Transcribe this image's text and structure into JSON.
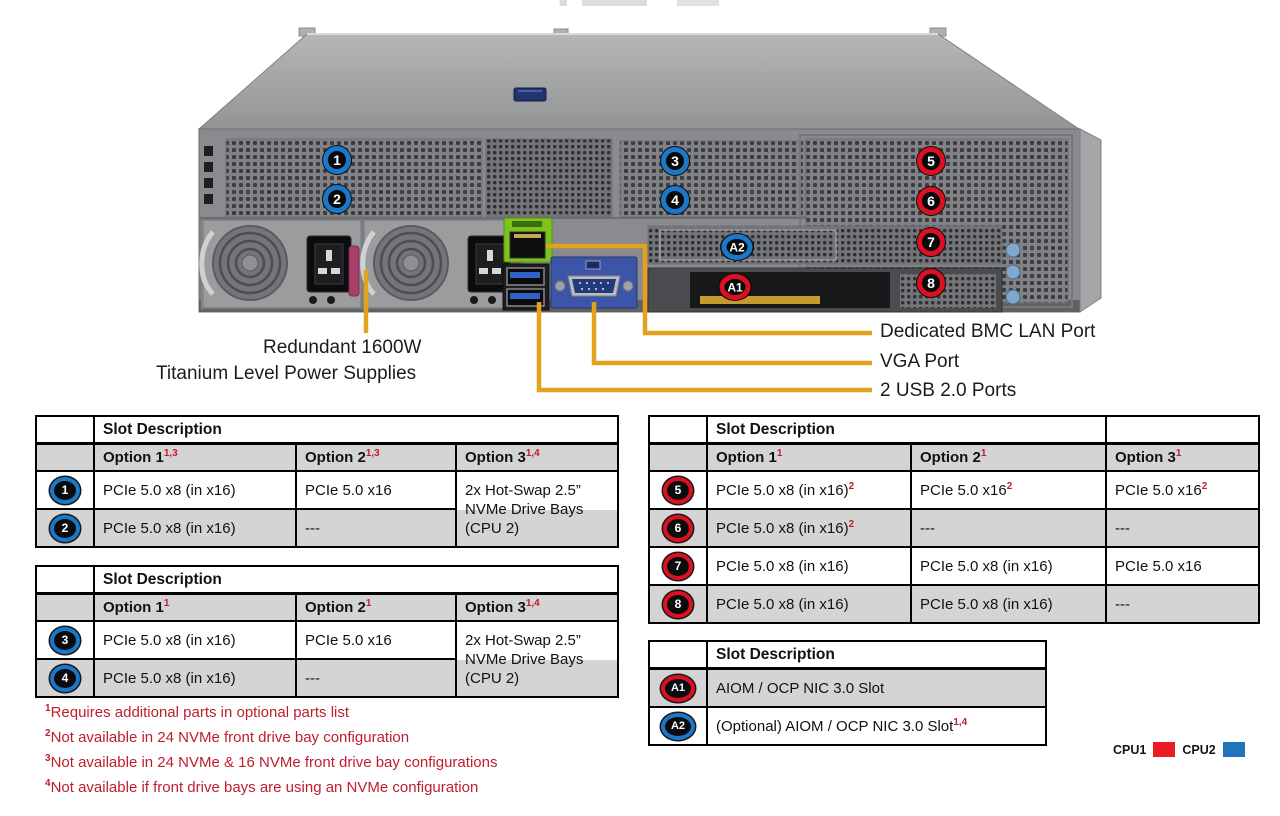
{
  "server": {
    "badges": [
      {
        "label": "1",
        "cpu": "blue"
      },
      {
        "label": "2",
        "cpu": "blue"
      },
      {
        "label": "3",
        "cpu": "blue"
      },
      {
        "label": "4",
        "cpu": "blue"
      },
      {
        "label": "5",
        "cpu": "red"
      },
      {
        "label": "6",
        "cpu": "red"
      },
      {
        "label": "7",
        "cpu": "red"
      },
      {
        "label": "8",
        "cpu": "red"
      },
      {
        "label": "A1",
        "cpu": "red"
      },
      {
        "label": "A2",
        "cpu": "blue"
      }
    ],
    "callout_labels": {
      "psu_line1": "Redundant 1600W",
      "psu_line2": "Titanium Level Power Supplies",
      "bmc": "Dedicated BMC LAN Port",
      "vga": "VGA Port",
      "usb": "2 USB 2.0 Ports"
    },
    "callout_line_color": "#E2A21B"
  },
  "tables": {
    "t12": {
      "header": "Slot Description",
      "options": [
        {
          "label": "Option 1",
          "sup": "1,3"
        },
        {
          "label": "Option 2",
          "sup": "1,3"
        },
        {
          "label": "Option 3",
          "sup": "1,4"
        }
      ],
      "rows": [
        {
          "badge": "1",
          "cpu": "blue",
          "cells": [
            {
              "text": "PCIe 5.0 x8 (in x16)",
              "sup": ""
            },
            {
              "text": "PCIe 5.0 x16",
              "sup": ""
            }
          ]
        },
        {
          "badge": "2",
          "cpu": "blue",
          "cells": [
            {
              "text": "PCIe 5.0 x8 (in x16)",
              "sup": ""
            },
            {
              "text": "---",
              "sup": ""
            }
          ]
        }
      ],
      "merged": [
        "2x Hot-Swap 2.5”",
        "NVMe Drive Bays",
        "(CPU 2)"
      ]
    },
    "t34": {
      "header": "Slot Description",
      "options": [
        {
          "label": "Option 1",
          "sup": "1"
        },
        {
          "label": "Option 2",
          "sup": "1"
        },
        {
          "label": "Option 3",
          "sup": "1,4"
        }
      ],
      "rows": [
        {
          "badge": "3",
          "cpu": "blue",
          "cells": [
            {
              "text": "PCIe 5.0 x8 (in x16)",
              "sup": ""
            },
            {
              "text": "PCIe 5.0 x16",
              "sup": ""
            }
          ]
        },
        {
          "badge": "4",
          "cpu": "blue",
          "cells": [
            {
              "text": "PCIe 5.0 x8 (in x16)",
              "sup": ""
            },
            {
              "text": "---",
              "sup": ""
            }
          ]
        }
      ],
      "merged": [
        "2x Hot-Swap 2.5”",
        "NVMe Drive Bays",
        "(CPU 2)"
      ]
    },
    "t58": {
      "header": "Slot Description",
      "options": [
        {
          "label": "Option 1",
          "sup": "1"
        },
        {
          "label": "Option 2",
          "sup": "1"
        },
        {
          "label": "Option 3",
          "sup": "1"
        }
      ],
      "rows": [
        {
          "badge": "5",
          "cpu": "red",
          "cells": [
            {
              "text": "PCIe 5.0 x8 (in x16)",
              "sup": "2"
            },
            {
              "text": "PCIe 5.0 x16",
              "sup": "2"
            },
            {
              "text": "PCIe 5.0 x16",
              "sup": "2"
            }
          ]
        },
        {
          "badge": "6",
          "cpu": "red",
          "cells": [
            {
              "text": "PCIe 5.0 x8 (in x16)",
              "sup": "2"
            },
            {
              "text": "---",
              "sup": ""
            },
            {
              "text": "---",
              "sup": ""
            }
          ]
        },
        {
          "badge": "7",
          "cpu": "red",
          "cells": [
            {
              "text": "PCIe 5.0 x8 (in x16)",
              "sup": ""
            },
            {
              "text": "PCIe 5.0 x8 (in x16)",
              "sup": ""
            },
            {
              "text": "PCIe 5.0 x16",
              "sup": ""
            }
          ]
        },
        {
          "badge": "8",
          "cpu": "red",
          "cells": [
            {
              "text": "PCIe 5.0 x8 (in x16)",
              "sup": ""
            },
            {
              "text": "PCIe 5.0 x8 (in x16)",
              "sup": ""
            },
            {
              "text": "---",
              "sup": ""
            }
          ]
        }
      ]
    },
    "tA": {
      "header": "Slot Description",
      "rows": [
        {
          "badge": "A1",
          "cpu": "red",
          "cells": [
            {
              "text": "AIOM / OCP NIC 3.0 Slot",
              "sup": ""
            }
          ]
        },
        {
          "badge": "A2",
          "cpu": "blue",
          "cells": [
            {
              "text": "(Optional) AIOM / OCP NIC 3.0 Slot",
              "sup": "1,4"
            }
          ]
        }
      ]
    }
  },
  "footnotes": [
    {
      "sup": "1",
      "text": "Requires additional parts in optional parts list"
    },
    {
      "sup": "2",
      "text": "Not available in 24 NVMe front drive bay configuration"
    },
    {
      "sup": "3",
      "text": "Not available in 24 NVMe & 16 NVMe front drive bay configurations"
    },
    {
      "sup": "4",
      "text": "Not available if front drive bays are using an NVMe configuration"
    }
  ],
  "legend": {
    "items": [
      {
        "label": "CPU1",
        "color": "#EC1B23"
      },
      {
        "label": "CPU2",
        "color": "#2173BC"
      }
    ]
  }
}
